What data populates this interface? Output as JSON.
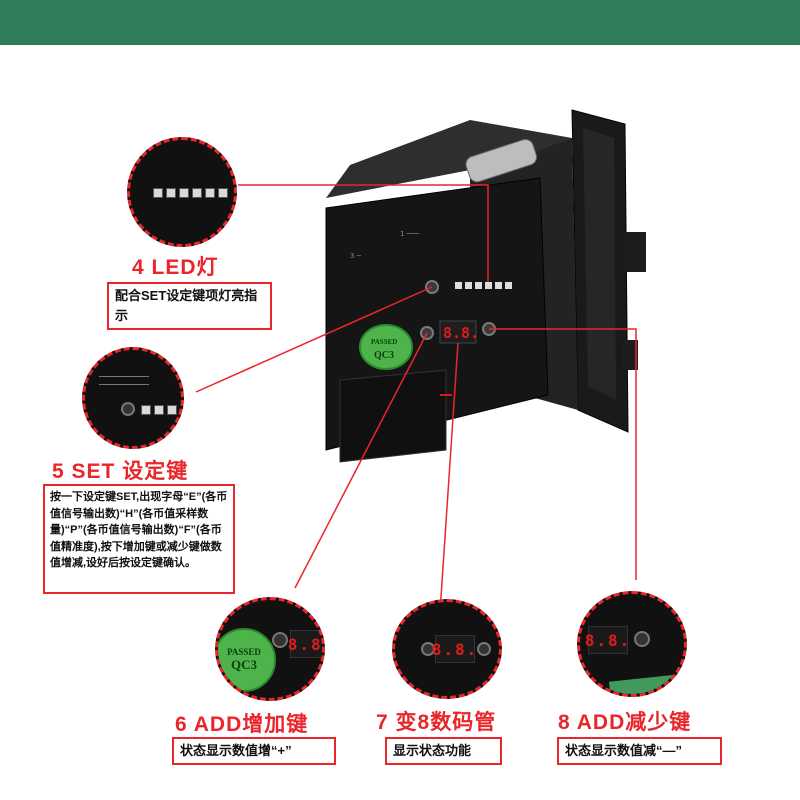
{
  "product": {
    "sticker_line1": "PASSED",
    "sticker_line2": "QC3",
    "display_text": "8.8."
  },
  "callouts": {
    "led": {
      "title": "4 LED灯",
      "desc": "配合SET设定键项灯亮指示"
    },
    "set": {
      "title": "5 SET 设定键",
      "desc": "按一下设定键SET,出现字母“E”(各币值信号输出数)“H”(各币值采样数量)“P”(各币值信号输出数)“F”(各币值精准度),按下增加键或减少键做数值增减,设好后按设定键确认。"
    },
    "add": {
      "title": "6 ADD增加键",
      "desc": "状态显示数值增“+”"
    },
    "display": {
      "title": "7 变8数码管",
      "desc": "显示状态功能"
    },
    "sub": {
      "title": "8 ADD减少键",
      "desc": "状态显示数值减“—”"
    }
  },
  "colors": {
    "accent": "#e8262b",
    "header_bar": "#2f7d5a",
    "sticker": "#4db34a"
  }
}
